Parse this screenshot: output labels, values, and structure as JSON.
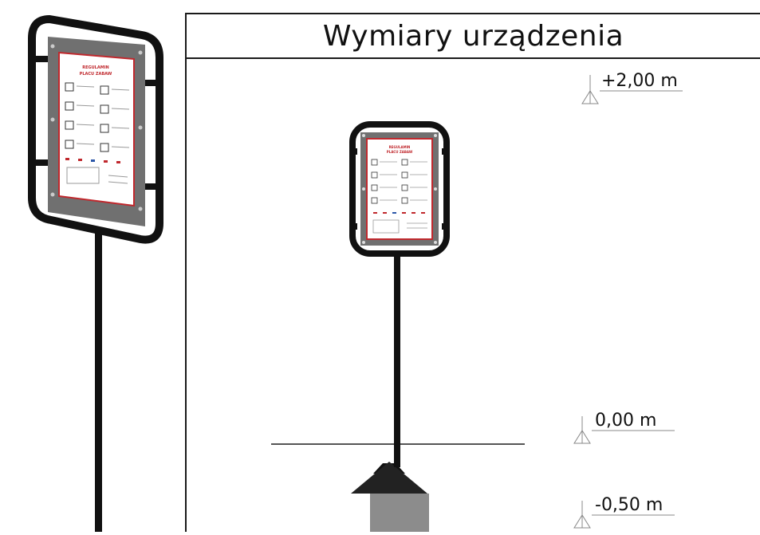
{
  "title": "Wymiary urządzenia",
  "levels": [
    {
      "label": "+2,00 m",
      "value": 2.0
    },
    {
      "label": "0,00 m",
      "value": 0.0
    },
    {
      "label": "-0,50 m",
      "value": -0.5
    }
  ],
  "sign": {
    "heading_line1": "REGULAMIN",
    "heading_line2": "PLACU ZABAW"
  },
  "colors": {
    "frame": "#111111",
    "plate": "#6e6e6e",
    "board_border": "#c0282d",
    "board": "#ffffff",
    "foundation": "#8c8c8c",
    "ground_line": "#555555"
  },
  "icons": [
    "no-dogs-icon",
    "no-smoking-icon",
    "no-bikes-icon",
    "no-glass-icon",
    "playground-icon",
    "caution-icon"
  ]
}
